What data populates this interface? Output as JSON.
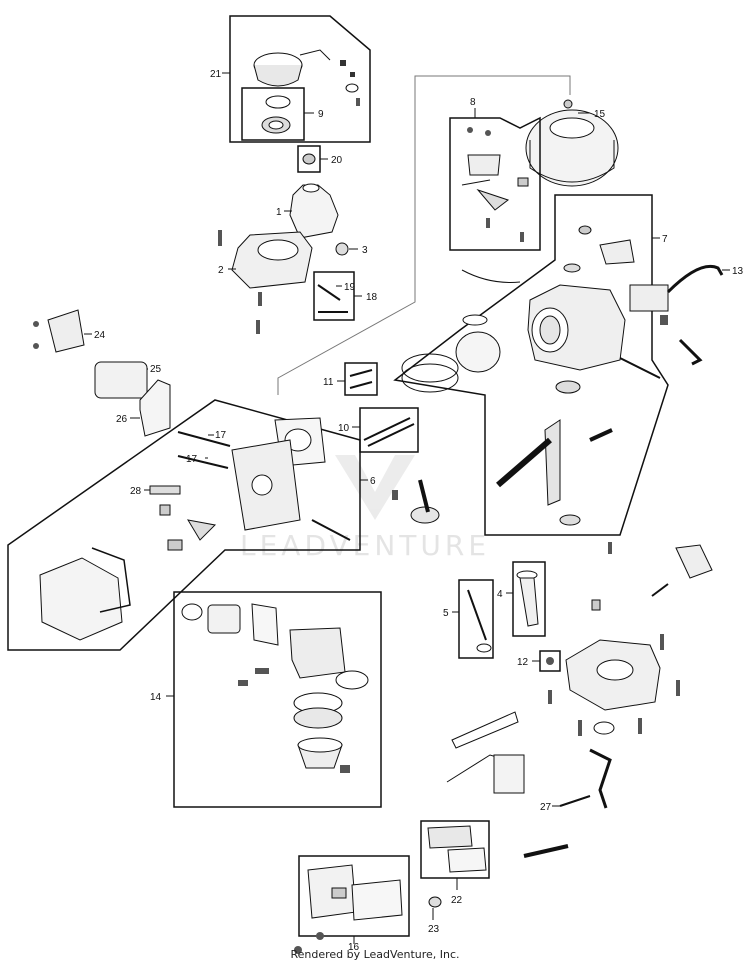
{
  "callouts": {
    "c1": "1",
    "c2": "2",
    "c3": "3",
    "c4": "4",
    "c5": "5",
    "c6": "6",
    "c7": "7",
    "c8": "8",
    "c9": "9",
    "c10": "10",
    "c11": "11",
    "c12": "12",
    "c13": "13",
    "c14": "14",
    "c15": "15",
    "c16": "16",
    "c17a": "17",
    "c17b": "17",
    "c18": "18",
    "c19": "19",
    "c20": "20",
    "c21": "21",
    "c22": "22",
    "c23": "23",
    "c24": "24",
    "c25": "25",
    "c26": "26",
    "c27": "27",
    "c28": "28"
  },
  "watermark": "LEADVENTURE",
  "footer": "Rendered by LeadVenture, Inc."
}
